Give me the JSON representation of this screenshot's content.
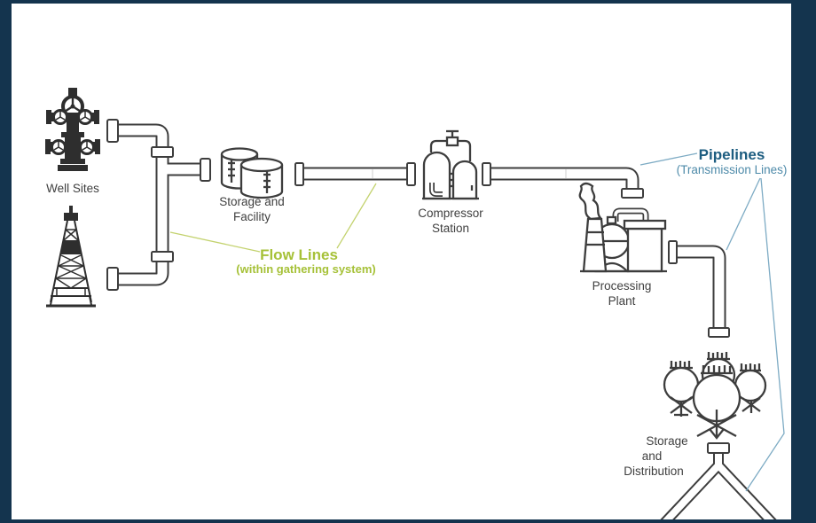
{
  "diagram": {
    "colors": {
      "frame": "#14344e",
      "background": "#ffffff",
      "line": "#3d3d3d"
    },
    "nodes": {
      "well_sites": {
        "label": "Well Sites"
      },
      "storage_facility": {
        "line1": "Storage and",
        "line2": "Facility"
      },
      "compressor_station": {
        "line1": "Compressor",
        "line2": "Station"
      },
      "processing_plant": {
        "line1": "Processing",
        "line2": "Plant"
      },
      "storage_distribution": {
        "line1": "Storage",
        "line2": "and",
        "line3": "Distribution"
      }
    },
    "callouts": {
      "flow_lines": {
        "title": "Flow Lines",
        "subtitle": "(within gathering system)",
        "color": "#a6c138"
      },
      "pipelines": {
        "title": "Pipelines",
        "subtitle": "(Transmission Lines)",
        "title_color": "#1d5d80",
        "subtitle_color": "#4d8aa9"
      }
    }
  }
}
